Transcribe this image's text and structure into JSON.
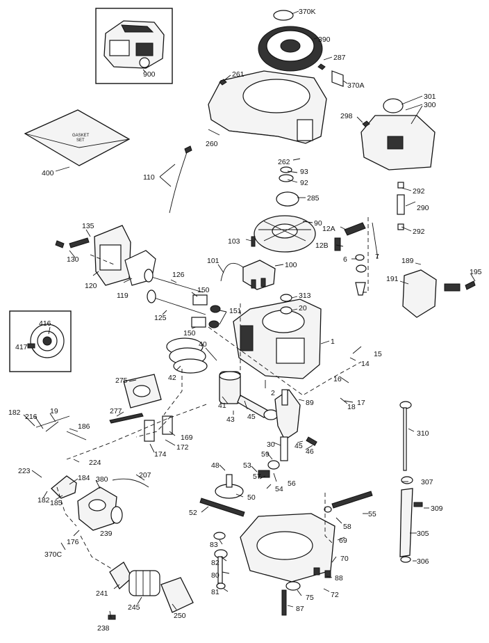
{
  "labels": {
    "l370K": "370K",
    "l390": "390",
    "l287": "287",
    "l261": "261",
    "l370A": "370A",
    "l900": "900",
    "l301": "301",
    "l300": "300",
    "l298": "298",
    "l260": "260",
    "l262": "262",
    "l400": "400",
    "l110": "110",
    "l93": "93",
    "l92": "92",
    "l285": "285",
    "l292a": "292",
    "l290": "290",
    "l292b": "292",
    "l135": "135",
    "l90": "90",
    "l12A": "12A",
    "l12B": "12B",
    "l103": "103",
    "l130": "130",
    "l101": "101",
    "l100": "100",
    "l6": "6",
    "l7": "7",
    "l189": "189",
    "l191": "191",
    "l195": "195",
    "l120": "120",
    "l119": "119",
    "l126": "126",
    "l150a": "150",
    "l313": "313",
    "l20": "20",
    "l151": "151",
    "l125": "125",
    "l150b": "150",
    "l416": "416",
    "l417": "417",
    "l1": "1",
    "l40": "40",
    "l15": "15",
    "l14": "14",
    "l42": "42",
    "l275": "275",
    "l16": "16",
    "l2": "2",
    "l89a": "89",
    "l17": "17",
    "l18": "18",
    "l41": "41",
    "l43": "43",
    "l45a": "45",
    "l277": "277",
    "l182a": "182",
    "l216": "216",
    "l19": "19",
    "l186": "186",
    "l169": "169",
    "l172": "172",
    "l174": "174",
    "l310": "310",
    "l30": "30",
    "l45b": "45",
    "l46": "46",
    "l59": "59",
    "l224": "224",
    "l48": "48",
    "l53": "53",
    "l57": "57",
    "l56": "56",
    "l223": "223",
    "l207": "207",
    "l184": "184",
    "l380": "380",
    "l182b": "182",
    "l185": "185",
    "l54": "54",
    "l307": "307",
    "l50": "50",
    "l309": "309",
    "l52": "52",
    "l55": "55",
    "l58": "58",
    "l239": "239",
    "l176": "176",
    "l305": "305",
    "l69": "69",
    "l83": "83",
    "l370C": "370C",
    "l70": "70",
    "l82": "82",
    "l306": "306",
    "l80": "80",
    "l88": "88",
    "l241": "241",
    "l81": "81",
    "l75": "75",
    "l72": "72",
    "l245": "245",
    "l87": "87",
    "l250": "250",
    "l238": "238"
  },
  "gasket_set_text": [
    "GASKET",
    "SET"
  ]
}
